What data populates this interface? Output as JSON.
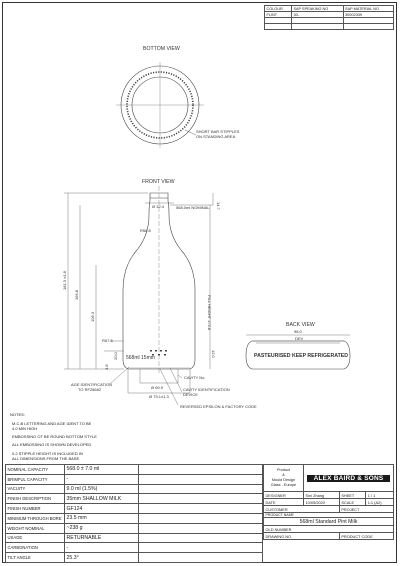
{
  "header_table": {
    "col1": "COLOUR",
    "col2": "SAP SPEAKING NO",
    "col3": "SAP MATERIAL NO",
    "row1": [
      "FLINT",
      "30-",
      "30002339"
    ]
  },
  "views": {
    "bottom_title": "BOTTOM VIEW",
    "bottom_note": "SHORT BAR STIPPLES\nON STANDING AREA",
    "front_title": "FRONT VIEW",
    "back_title": "BACK VIEW",
    "back_dim": "98.0",
    "back_dev": "DEV",
    "back_text": "PASTEURISED  KEEP  REFRIGERATED"
  },
  "dimensions": {
    "d_top": "Ø 32.4",
    "dim_568": "568.0ml NOMINAL",
    "dim_14_7": "14.7",
    "dim_r58": "R58.8",
    "dim_height": "181.3 ±1.8",
    "dim_166": "166.8",
    "dim_106": "106.3",
    "dim_fill": "FILL HEIGHT 172.8",
    "dim_lettering": "MINAREA LENGTH",
    "dim_67": "R67.5",
    "dim_3_8": "3.8",
    "dim_20": "20.0",
    "dim_12": "12.0",
    "d_base_in": "Ø 60.9",
    "d_base_out": "Ø 79.1±1.3",
    "body_text": "568ml  15mm"
  },
  "callouts": {
    "age": "AGE IDENTIFICATION\nTO RF28682",
    "cavity_no": "CAVITY No.",
    "cavity_id": "CAVITY IDENTIFICATION\nDEVICE",
    "reversed": "REVERSED EPSILON & FACTORY CODE"
  },
  "notes": {
    "title": "NOTES:",
    "items": [
      "M.C.B LETTERING AND AGE IDENT TO BE\n4.0 MIN HIGH",
      "EMBOSSING OT BE ROUND BOTTOM STYLE",
      "ALL EMBOSSING IS SHOWN DEVELOPED",
      "0.2 STIPPLE HEIGHT IS INCLUDED IN\nALL DIMENSIONS FROM THE BASE"
    ]
  },
  "specs": [
    {
      "label": "NOMINAL CAPACITY",
      "value": "568.0 ± 7.0 ml"
    },
    {
      "label": "BRIMFUL CAPACITY",
      "value": "-"
    },
    {
      "label": "VACUITY",
      "value": "9.0 ml (1.5%)"
    },
    {
      "label": "FINISH DESCRIPTION",
      "value": "35mm SHALLOW MILK"
    },
    {
      "label": "FINISH NUMBER",
      "value": "GF124"
    },
    {
      "label": "MINIMUM THROUGH BORE",
      "value": "23.5 mm"
    },
    {
      "label": "WEIGHT NOMINAL",
      "value": "~238 g"
    },
    {
      "label": "USAGE",
      "value": "RETURNABLE"
    },
    {
      "label": "CARBONATION",
      "value": "-"
    },
    {
      "label": "TILT ANGLE",
      "value": "25.3°"
    }
  ],
  "title_block": {
    "product_line1": "Product",
    "product_line2": "&",
    "product_line3": "Mould Design",
    "product_line4": "Glass - Europe",
    "logo": "ALEX BAIRD & SONS",
    "designer_label": "DESIGNER",
    "designer": "Sini Zhang",
    "sheet_label": "SHEET",
    "sheet": "1 / 1",
    "date_label": "DATE",
    "date": "10/05/2020",
    "scale_label": "SCALE",
    "scale": "1:1 (A2)",
    "customer_label": "CUSTOMER",
    "project_label": "PROJECT",
    "product_name_label": "PRODUCT NAME",
    "product_name": "568ml Standard Pint Milk",
    "old_number_label": "OLD NUMBER",
    "drawing_no_label": "DRAWING NO.",
    "product_code_label": "PRODUCT CODE"
  }
}
